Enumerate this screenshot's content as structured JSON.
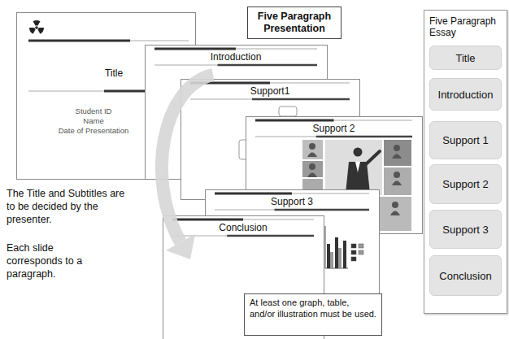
{
  "diagram": {
    "nodes": [
      {
        "text": [
          "Five Paragraph Presentation"
        ]
      },
      {
        "text": [
          "Title",
          "Student ID",
          "Name",
          "Date of Presentation"
        ]
      },
      {
        "text": [
          "Introduction"
        ]
      },
      {
        "text": [
          "Support1"
        ]
      },
      {
        "text": [
          "Support 2"
        ]
      },
      {
        "text": [
          "Support 3"
        ]
      },
      {
        "text": [
          "Conclusion"
        ]
      },
      {
        "text": [
          "Five Paragraph Essay"
        ]
      },
      {
        "text": [
          "Title"
        ],
        "in": 7
      },
      {
        "text": [
          "Introduction"
        ],
        "in": 7
      },
      {
        "text": [
          "Support 1"
        ],
        "in": 7
      },
      {
        "text": [
          "Support 2"
        ],
        "in": 7
      },
      {
        "text": [
          "Support 3"
        ],
        "in": 7
      },
      {
        "text": [
          "Conclusion"
        ],
        "in": 7
      },
      {
        "text": [
          "At least one graph, table, and/or illustration must be used."
        ]
      }
    ],
    "labels": [
      "The Title and Subtitles are to be decided by the presenter.",
      "Each slide corresponds to a paragraph."
    ]
  }
}
